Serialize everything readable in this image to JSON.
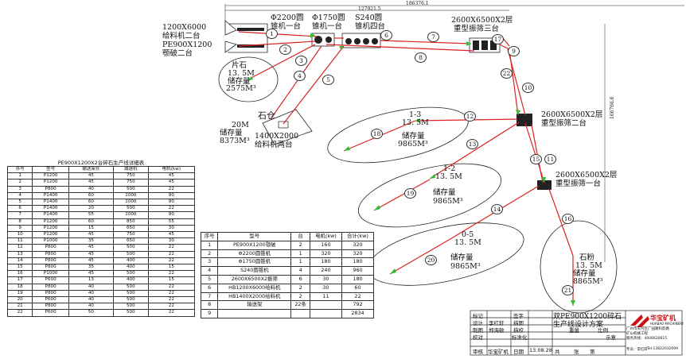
{
  "dimensions": {
    "top_total": "186376.1",
    "top_partial": "127921.5",
    "right_vertical": "166766.6"
  },
  "equipment": {
    "feeder_crusher": [
      "1200X6000",
      "给料机二台",
      "PE900X1200",
      "颚破二台"
    ],
    "cone_2200": [
      "Φ2200圆",
      "锥机一台"
    ],
    "cone_1750": [
      "Φ1750圆",
      "锥机一台"
    ],
    "cone_s240": [
      "S240圆",
      "锥机四台"
    ],
    "screen_three": [
      "2600X6500X2层",
      "重型振筛三台"
    ],
    "screen_two": [
      "2600X6500X2层",
      "重型振筛二台"
    ],
    "screen_one": [
      "2600X6500X2层",
      "重型振筛一台"
    ],
    "feeder_two": [
      "1400X2000",
      "给料机两台"
    ],
    "silo_label": "石仓",
    "silo_capacity": [
      "20M",
      "储存量",
      "8373M³"
    ]
  },
  "piles": {
    "pile_flake": [
      "片石",
      "13. 5M",
      "储存量",
      "2575M³"
    ],
    "pile_1_3": [
      "1-3",
      "13. 5M",
      "储存量",
      "9865M³"
    ],
    "pile_1_2": [
      "1-2",
      "13. 5M",
      "储存量",
      "9865M³"
    ],
    "pile_0_5": [
      "0-5",
      "13. 5M",
      "储存量",
      "9865M³"
    ],
    "pile_powder": [
      "石粉",
      "13. 5M",
      "储存量",
      "8865M³"
    ]
  },
  "conveyor_numbers": [
    "1",
    "2",
    "3",
    "4",
    "5",
    "6",
    "7",
    "8",
    "9",
    "10",
    "11",
    "12",
    "13",
    "14",
    "15",
    "16",
    "17",
    "18",
    "19",
    "20",
    "21",
    "22"
  ],
  "conveyor_table": {
    "title": "PE900X1200X2台碎石生产线详细表",
    "headers": [
      "序号",
      "型号",
      "输送架长",
      "减速机",
      "电机(kw)"
    ],
    "rows": [
      [
        "1",
        "P1200",
        "45",
        "750",
        "45"
      ],
      [
        "2",
        "P1200",
        "45",
        "750",
        "45"
      ],
      [
        "3",
        "P800",
        "40",
        "500",
        "22"
      ],
      [
        "4",
        "P1400",
        "60",
        "1000",
        "90"
      ],
      [
        "5",
        "P1400",
        "60",
        "1000",
        "90"
      ],
      [
        "6",
        "P1400",
        "20",
        "500",
        "22"
      ],
      [
        "7",
        "P1400",
        "55",
        "1000",
        "90"
      ],
      [
        "8",
        "P1200",
        "60",
        "850",
        "55"
      ],
      [
        "9",
        "P1200",
        "15",
        "650",
        "30"
      ],
      [
        "10",
        "P1200",
        "45",
        "750",
        "45"
      ],
      [
        "11",
        "P1000",
        "35",
        "650",
        "30"
      ],
      [
        "12",
        "P800",
        "45",
        "500",
        "22"
      ],
      [
        "13",
        "P800",
        "45",
        "500",
        "22"
      ],
      [
        "14",
        "P800",
        "45",
        "400",
        "22"
      ],
      [
        "15",
        "P800",
        "35",
        "400",
        "15"
      ],
      [
        "16",
        "P1000",
        "45",
        "500",
        "22"
      ],
      [
        "17",
        "P600",
        "13",
        "400",
        "15"
      ],
      [
        "18",
        "P800",
        "40",
        "500",
        "22"
      ],
      [
        "19",
        "P800",
        "40",
        "500",
        "22"
      ],
      [
        "20",
        "P600",
        "40",
        "500",
        "22"
      ],
      [
        "21",
        "P800",
        "40",
        "500",
        "22"
      ],
      [
        "22",
        "P600",
        "50",
        "500",
        "22"
      ]
    ]
  },
  "equipment_table": {
    "headers": [
      "序号",
      "型号",
      "台",
      "电机(kw)",
      "合计(kw)"
    ],
    "rows": [
      [
        "1",
        "PE900X1200颚破",
        "2",
        "160",
        "320"
      ],
      [
        "2",
        "Φ2200圆锥机",
        "1",
        "320",
        "320"
      ],
      [
        "3",
        "Φ1750圆锥机",
        "1",
        "180",
        "180"
      ],
      [
        "4",
        "S240圆锥机",
        "4",
        "240",
        "960"
      ],
      [
        "5",
        "2600X6500X2振筛",
        "6",
        "30",
        "180"
      ],
      [
        "6",
        "HB1200X6000给料机",
        "2",
        "30",
        "60"
      ],
      [
        "7",
        "HB1400X2000给料机",
        "2",
        "11",
        "22"
      ],
      [
        "8",
        "输送架",
        "22条",
        "",
        "792"
      ],
      [
        "9",
        "",
        "",
        "",
        "2834"
      ]
    ]
  },
  "title_block": {
    "label_mark": "标记",
    "label_sign": "签字",
    "label_design": "设计",
    "designer": "李红轩",
    "label_draw": "描图",
    "label_drafter": "制图",
    "drafter": "郑海敏",
    "label_check": "描校",
    "label_review": "校对",
    "label_standard": "标准化",
    "label_approve": "审核",
    "approver": "华宝矿机",
    "label_date": "日期",
    "date": "13.08.28",
    "label_total": "共",
    "label_sheet": "张",
    "label_no": "第",
    "label_weight": "重量",
    "label_scale": "比例",
    "scale_note": "示意",
    "drawing_title": "双PE900X1200碎石",
    "drawing_subtitle": "生产线设计方案",
    "company_name": "华宝矿机",
    "company_en": "HUABAO MACHINERY",
    "contact_lines": [
      "广州市天河区广园路科韵路",
      "矿山机械工程",
      "服务热线：4006620615"
    ],
    "sales": "专员：李红轩",
    "tel": "Tel:13822032099"
  },
  "colors": {
    "conveyor": "#dd2222",
    "arrow": "#33bb33",
    "outline": "#222222",
    "logo_red": "#cc1111"
  }
}
